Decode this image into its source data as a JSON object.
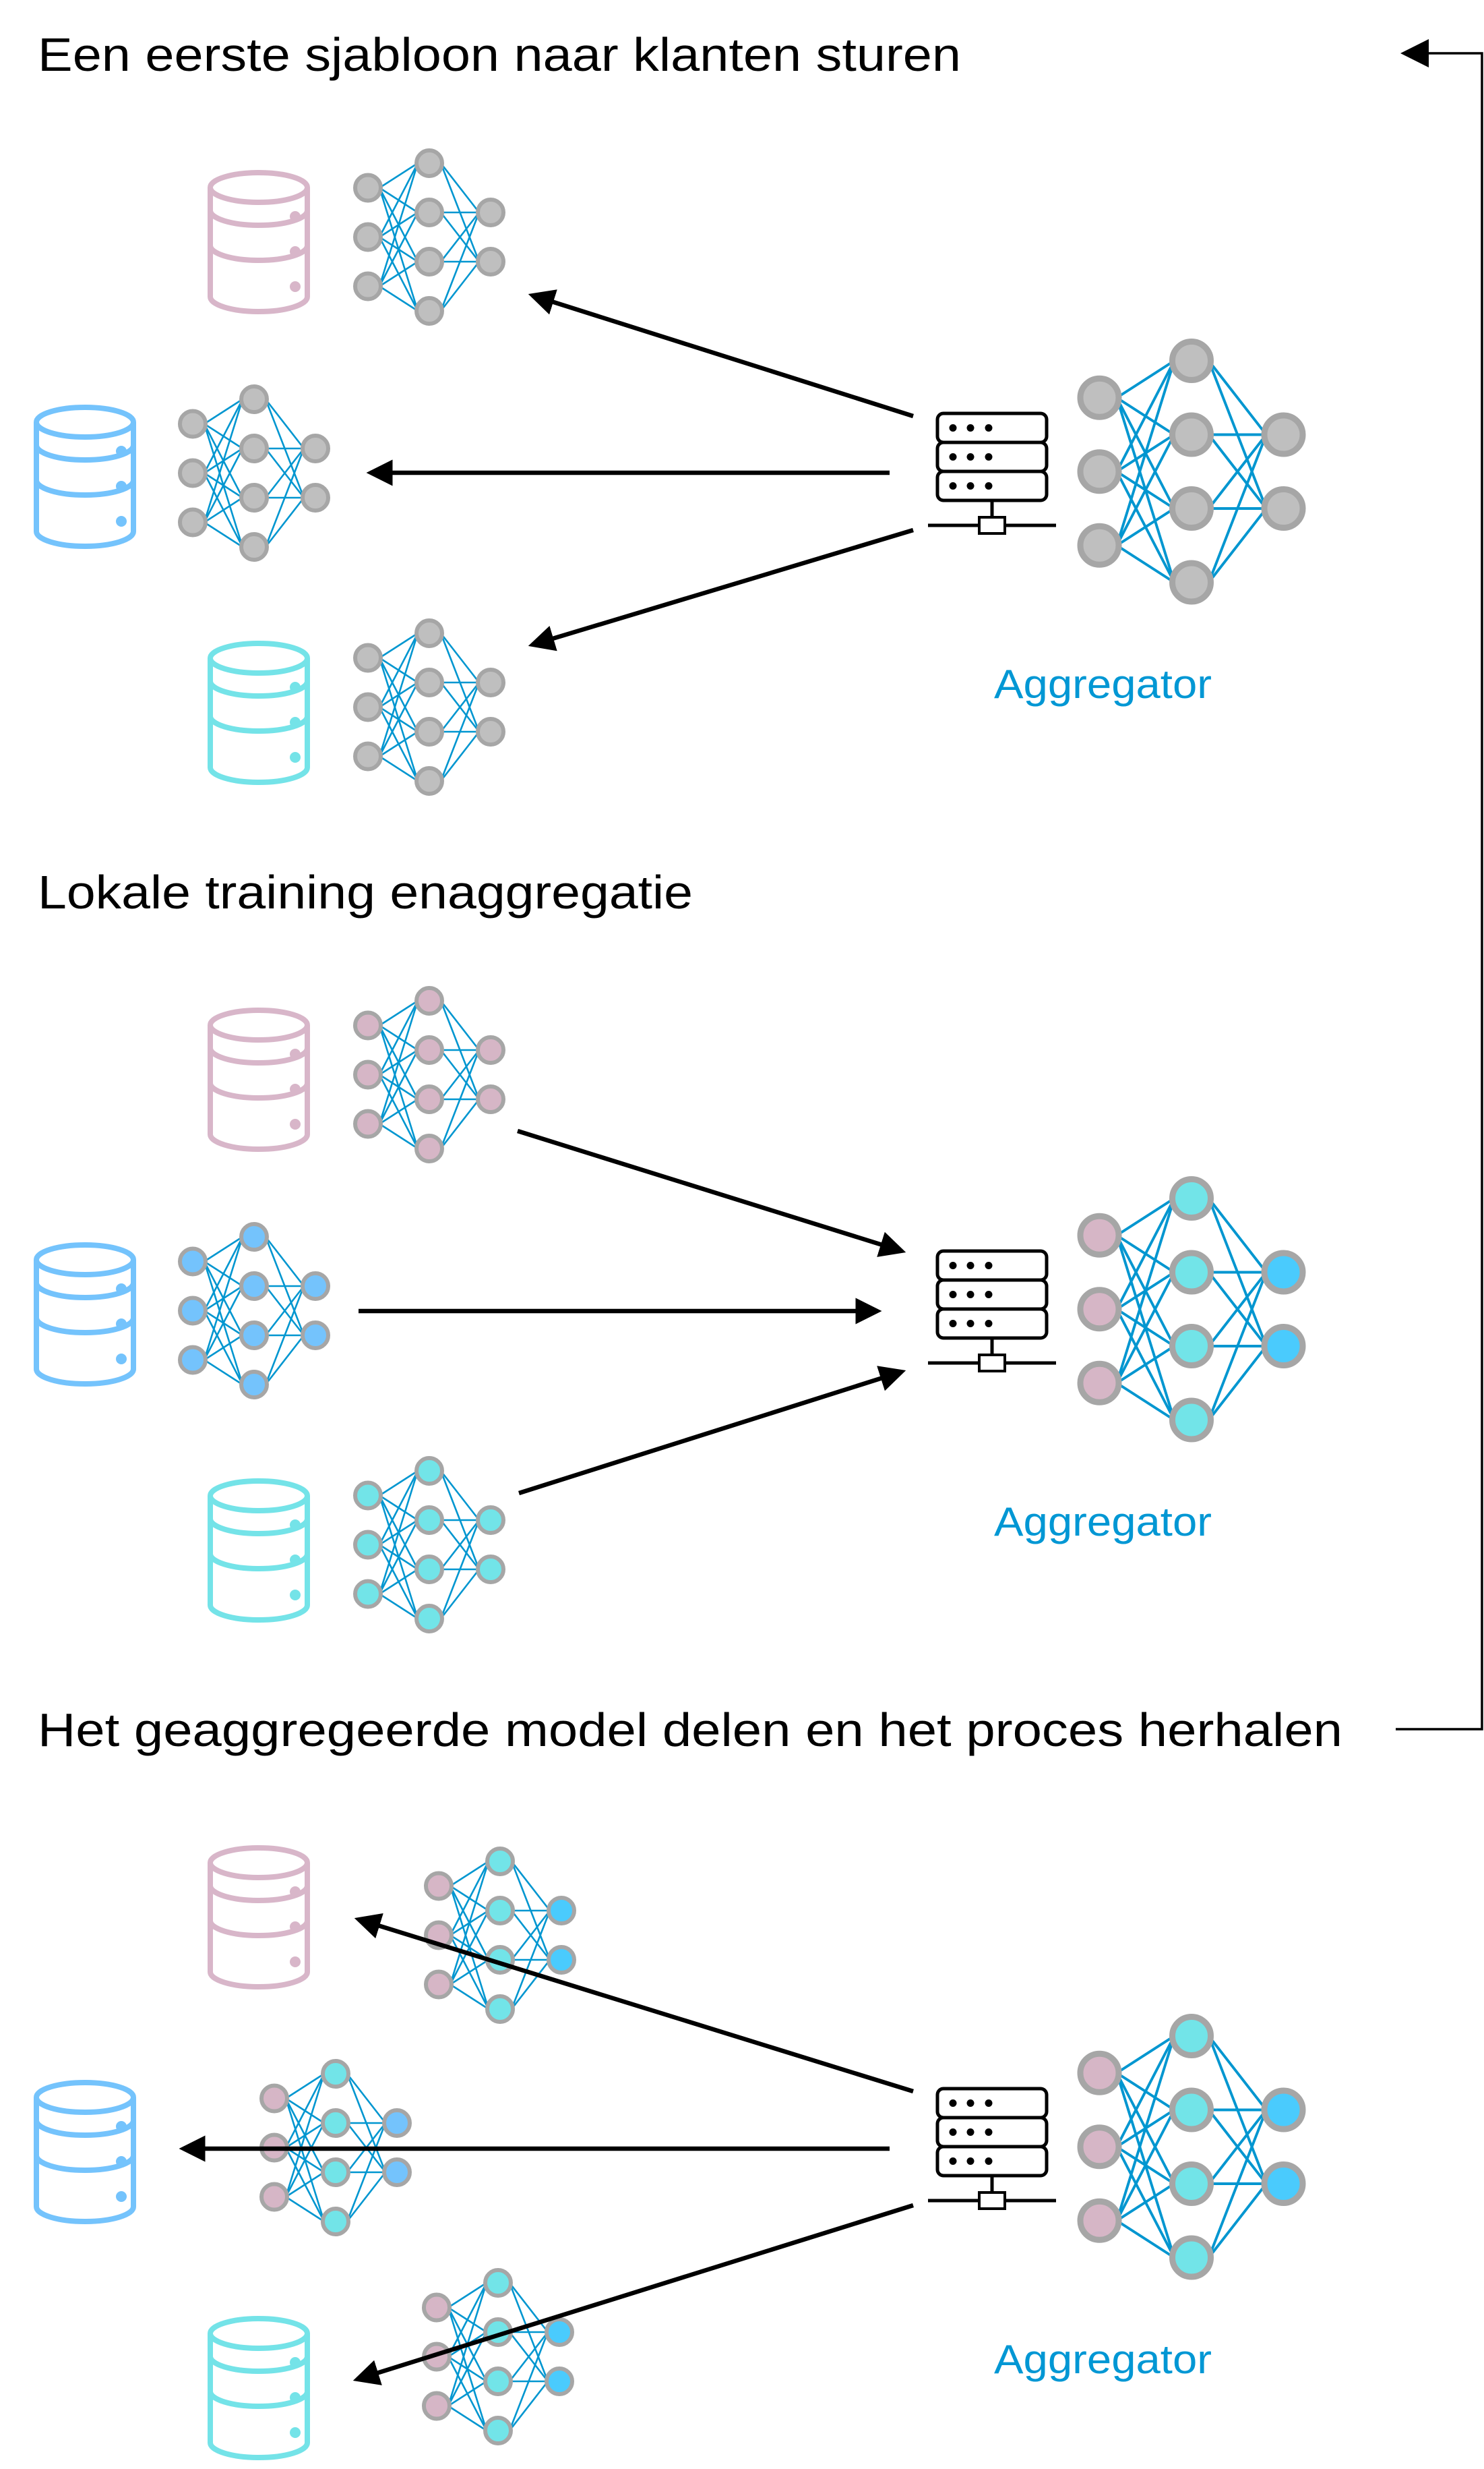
{
  "sections": [
    {
      "title": "Een eerste sjabloon naar klanten sturen",
      "direction": "to-clients",
      "aggregator_label": "Aggregator",
      "clients": [
        {
          "name": "client-pink",
          "db_color": "#d8b6c9",
          "model": {
            "input": "#bfbfbf",
            "hidden": "#bfbfbf",
            "output": "#bfbfbf"
          }
        },
        {
          "name": "client-blue",
          "db_color": "#74c3fc",
          "model": {
            "input": "#bfbfbf",
            "hidden": "#bfbfbf",
            "output": "#bfbfbf"
          }
        },
        {
          "name": "client-teal",
          "db_color": "#74e3e8",
          "model": {
            "input": "#bfbfbf",
            "hidden": "#bfbfbf",
            "output": "#bfbfbf"
          }
        }
      ],
      "aggregator_model": {
        "input": "#bfbfbf",
        "hidden": "#bfbfbf",
        "output": "#bfbfbf"
      }
    },
    {
      "title": "Lokale training enaggregatie",
      "direction": "to-aggregator",
      "aggregator_label": "Aggregator",
      "clients": [
        {
          "name": "client-pink",
          "db_color": "#d8b6c9",
          "model": {
            "input": "#d6b6c6",
            "hidden": "#d6b6c6",
            "output": "#d6b6c6"
          }
        },
        {
          "name": "client-blue",
          "db_color": "#74c3fc",
          "model": {
            "input": "#74c3fc",
            "hidden": "#74c3fc",
            "output": "#74c3fc"
          }
        },
        {
          "name": "client-teal",
          "db_color": "#74e3e8",
          "model": {
            "input": "#72e4e8",
            "hidden": "#72e4e8",
            "output": "#72e4e8"
          }
        }
      ],
      "aggregator_model": {
        "input": "#d6b6c6",
        "hidden": "#72e4e8",
        "output": "#4acbfd"
      }
    },
    {
      "title": "Het geaggregeerde model delen en het proces herhalen",
      "direction": "to-clients",
      "aggregator_label": "Aggregator",
      "clients": [
        {
          "name": "client-pink",
          "db_color": "#d8b6c9",
          "model": {
            "input": "#d6b6c6",
            "hidden": "#72e4e8",
            "output": "#4acbfd"
          }
        },
        {
          "name": "client-blue",
          "db_color": "#74c3fc",
          "model": {
            "input": "#d6b6c6",
            "hidden": "#72e4e8",
            "output": "#74c3fc"
          }
        },
        {
          "name": "client-teal",
          "db_color": "#74e3e8",
          "model": {
            "input": "#d6b6c6",
            "hidden": "#72e4e8",
            "output": "#4acbfd"
          }
        }
      ],
      "aggregator_model": {
        "input": "#d6b6c6",
        "hidden": "#72e4e8",
        "output": "#4acbfd"
      }
    }
  ],
  "colors": {
    "edge": "#0096d0",
    "node_stroke": "#a6a6a6",
    "arrow": "#000000",
    "aggregator_label": "#0097d4",
    "server": "#000000"
  },
  "feedback_loop": {
    "from": "section-3",
    "to": "section-1"
  }
}
